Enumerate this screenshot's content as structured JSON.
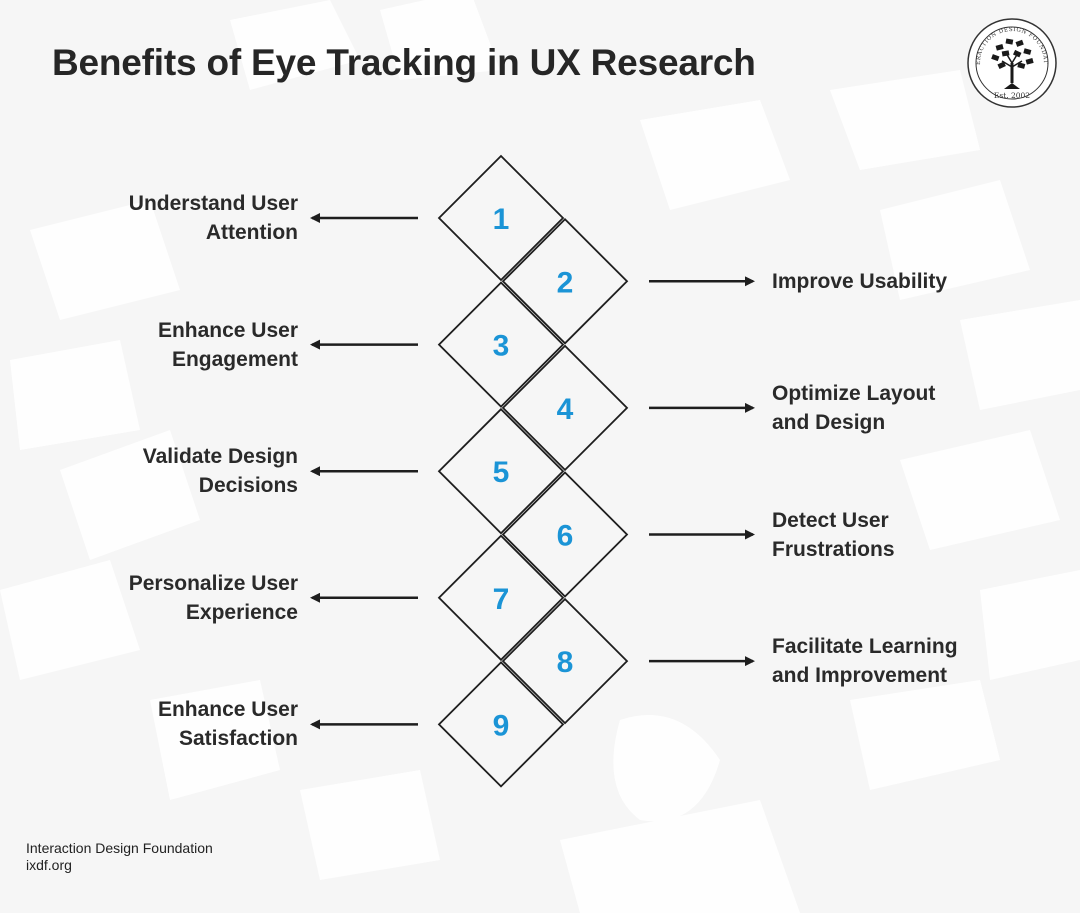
{
  "title": "Benefits of Eye Tracking in UX Research",
  "logo": {
    "ring_text": "INTERACTION DESIGN FOUNDATION",
    "est": "Est. 2002",
    "icon": "tree-of-books-icon"
  },
  "benefits": [
    {
      "number": "1",
      "side": "left",
      "lines": [
        "Understand User",
        "Attention"
      ]
    },
    {
      "number": "2",
      "side": "right",
      "lines": [
        "Improve Usability"
      ]
    },
    {
      "number": "3",
      "side": "left",
      "lines": [
        "Enhance User",
        "Engagement"
      ]
    },
    {
      "number": "4",
      "side": "right",
      "lines": [
        "Optimize Layout",
        "and Design"
      ]
    },
    {
      "number": "5",
      "side": "left",
      "lines": [
        "Validate Design",
        "Decisions"
      ]
    },
    {
      "number": "6",
      "side": "right",
      "lines": [
        "Detect User",
        "Frustrations"
      ]
    },
    {
      "number": "7",
      "side": "left",
      "lines": [
        "Personalize User",
        "Experience"
      ]
    },
    {
      "number": "8",
      "side": "right",
      "lines": [
        "Facilitate Learning",
        "and Improvement"
      ]
    },
    {
      "number": "9",
      "side": "left",
      "lines": [
        "Enhance User",
        "Satisfaction"
      ]
    }
  ],
  "footer": {
    "org": "Interaction Design Foundation",
    "url": "ixdf.org"
  },
  "colors": {
    "number": "#1b94d6",
    "text": "#2a2a2a",
    "stroke": "#1e1e1e",
    "background": "#f6f6f6",
    "watermark": "#ffffff"
  }
}
